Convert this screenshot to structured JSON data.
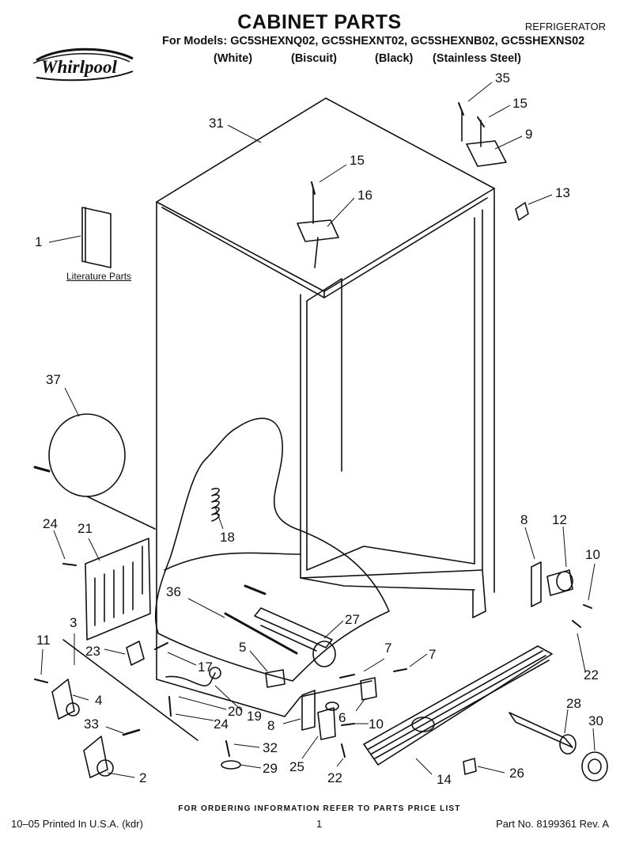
{
  "header": {
    "title": "CABINET PARTS",
    "category": "REFRIGERATOR",
    "models_line": "For Models: GC5SHEXNQ02, GC5SHEXNT02, GC5SHEXNB02, GC5SHEXNS02",
    "finishes": [
      "(White)",
      "(Biscuit)",
      "(Black)",
      "(Stainless Steel)"
    ],
    "brand": "Whirlpool"
  },
  "diagram": {
    "literature_label": "Literature Parts",
    "callouts": [
      "35",
      "15",
      "9",
      "31",
      "15",
      "16",
      "13",
      "1",
      "37",
      "18",
      "24",
      "21",
      "8",
      "12",
      "10",
      "36",
      "27",
      "3",
      "11",
      "23",
      "17",
      "5",
      "7",
      "7",
      "20",
      "19",
      "24",
      "4",
      "8",
      "6",
      "10",
      "33",
      "32",
      "29",
      "25",
      "22",
      "2",
      "28",
      "30",
      "26",
      "14",
      "22"
    ]
  },
  "footer": {
    "ordering_note": "FOR ORDERING INFORMATION REFER TO PARTS PRICE LIST",
    "print_info": "10–05 Printed In U.S.A. (kdr)",
    "page": "1",
    "part_no": "Part No. 8199361 Rev. A"
  }
}
